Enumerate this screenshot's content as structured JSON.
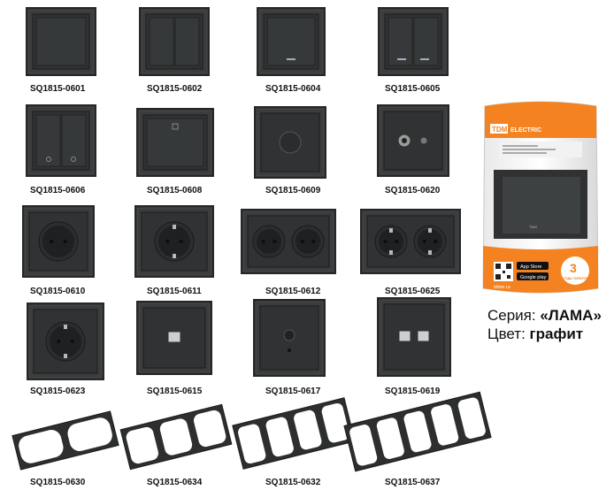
{
  "products": [
    {
      "code": "SQ1815-0601",
      "kind": "switch-1"
    },
    {
      "code": "SQ1815-0602",
      "kind": "switch-2"
    },
    {
      "code": "SQ1815-0604",
      "kind": "switch-1-led"
    },
    {
      "code": "SQ1815-0605",
      "kind": "switch-2-led"
    },
    {
      "code": "SQ1815-0606",
      "kind": "switch-2-cross"
    },
    {
      "code": "SQ1815-0608",
      "kind": "bell-button"
    },
    {
      "code": "SQ1815-0609",
      "kind": "dimmer"
    },
    {
      "code": "SQ1815-0620",
      "kind": "tv-sat"
    },
    {
      "code": "SQ1815-0610",
      "kind": "socket"
    },
    {
      "code": "SQ1815-0611",
      "kind": "socket-ground"
    },
    {
      "code": "SQ1815-0612",
      "kind": "socket-double"
    },
    {
      "code": "SQ1815-0625",
      "kind": "socket-double-ground"
    },
    {
      "code": "SQ1815-0623",
      "kind": "socket-ground-cover"
    },
    {
      "code": "SQ1815-0615",
      "kind": "rj45"
    },
    {
      "code": "SQ1815-0617",
      "kind": "tv"
    },
    {
      "code": "SQ1815-0619",
      "kind": "rj45-double"
    },
    {
      "code": "SQ1815-0630",
      "kind": "frame-2"
    },
    {
      "code": "SQ1815-0634",
      "kind": "frame-3"
    },
    {
      "code": "SQ1815-0632",
      "kind": "frame-4"
    },
    {
      "code": "SQ1815-0637",
      "kind": "frame-5"
    }
  ],
  "package": {
    "brand": "TDM",
    "brand_suffix": "ELECTRIC",
    "guarantee_number": "3",
    "guarantee_text": "ГОДА ГАРАНТИИ",
    "website": "tdme.ru",
    "app_store": "App Store",
    "google_play": "Google play"
  },
  "info": {
    "series_label": "Серия: ",
    "series_value": "«ЛАМА»",
    "color_label": "Цвет: ",
    "color_value": "графит"
  },
  "colors": {
    "graphite": "#3a3c3d",
    "brand": "#f58220"
  }
}
